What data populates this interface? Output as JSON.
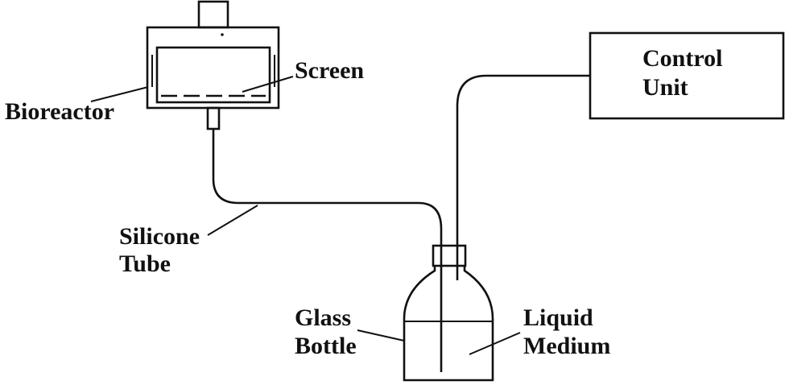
{
  "labels": {
    "bioreactor": "Bioreactor",
    "screen": "Screen",
    "control_unit_line1": "Control",
    "control_unit_line2": "Unit",
    "silicone_tube_line1": "Silicone",
    "silicone_tube_line2": "Tube",
    "glass_bottle_line1": "Glass",
    "glass_bottle_line2": "Bottle",
    "liquid_medium_line1": "Liquid",
    "liquid_medium_line2": "Medium"
  },
  "colors": {
    "ink": "#111111",
    "background": "#ffffff"
  }
}
